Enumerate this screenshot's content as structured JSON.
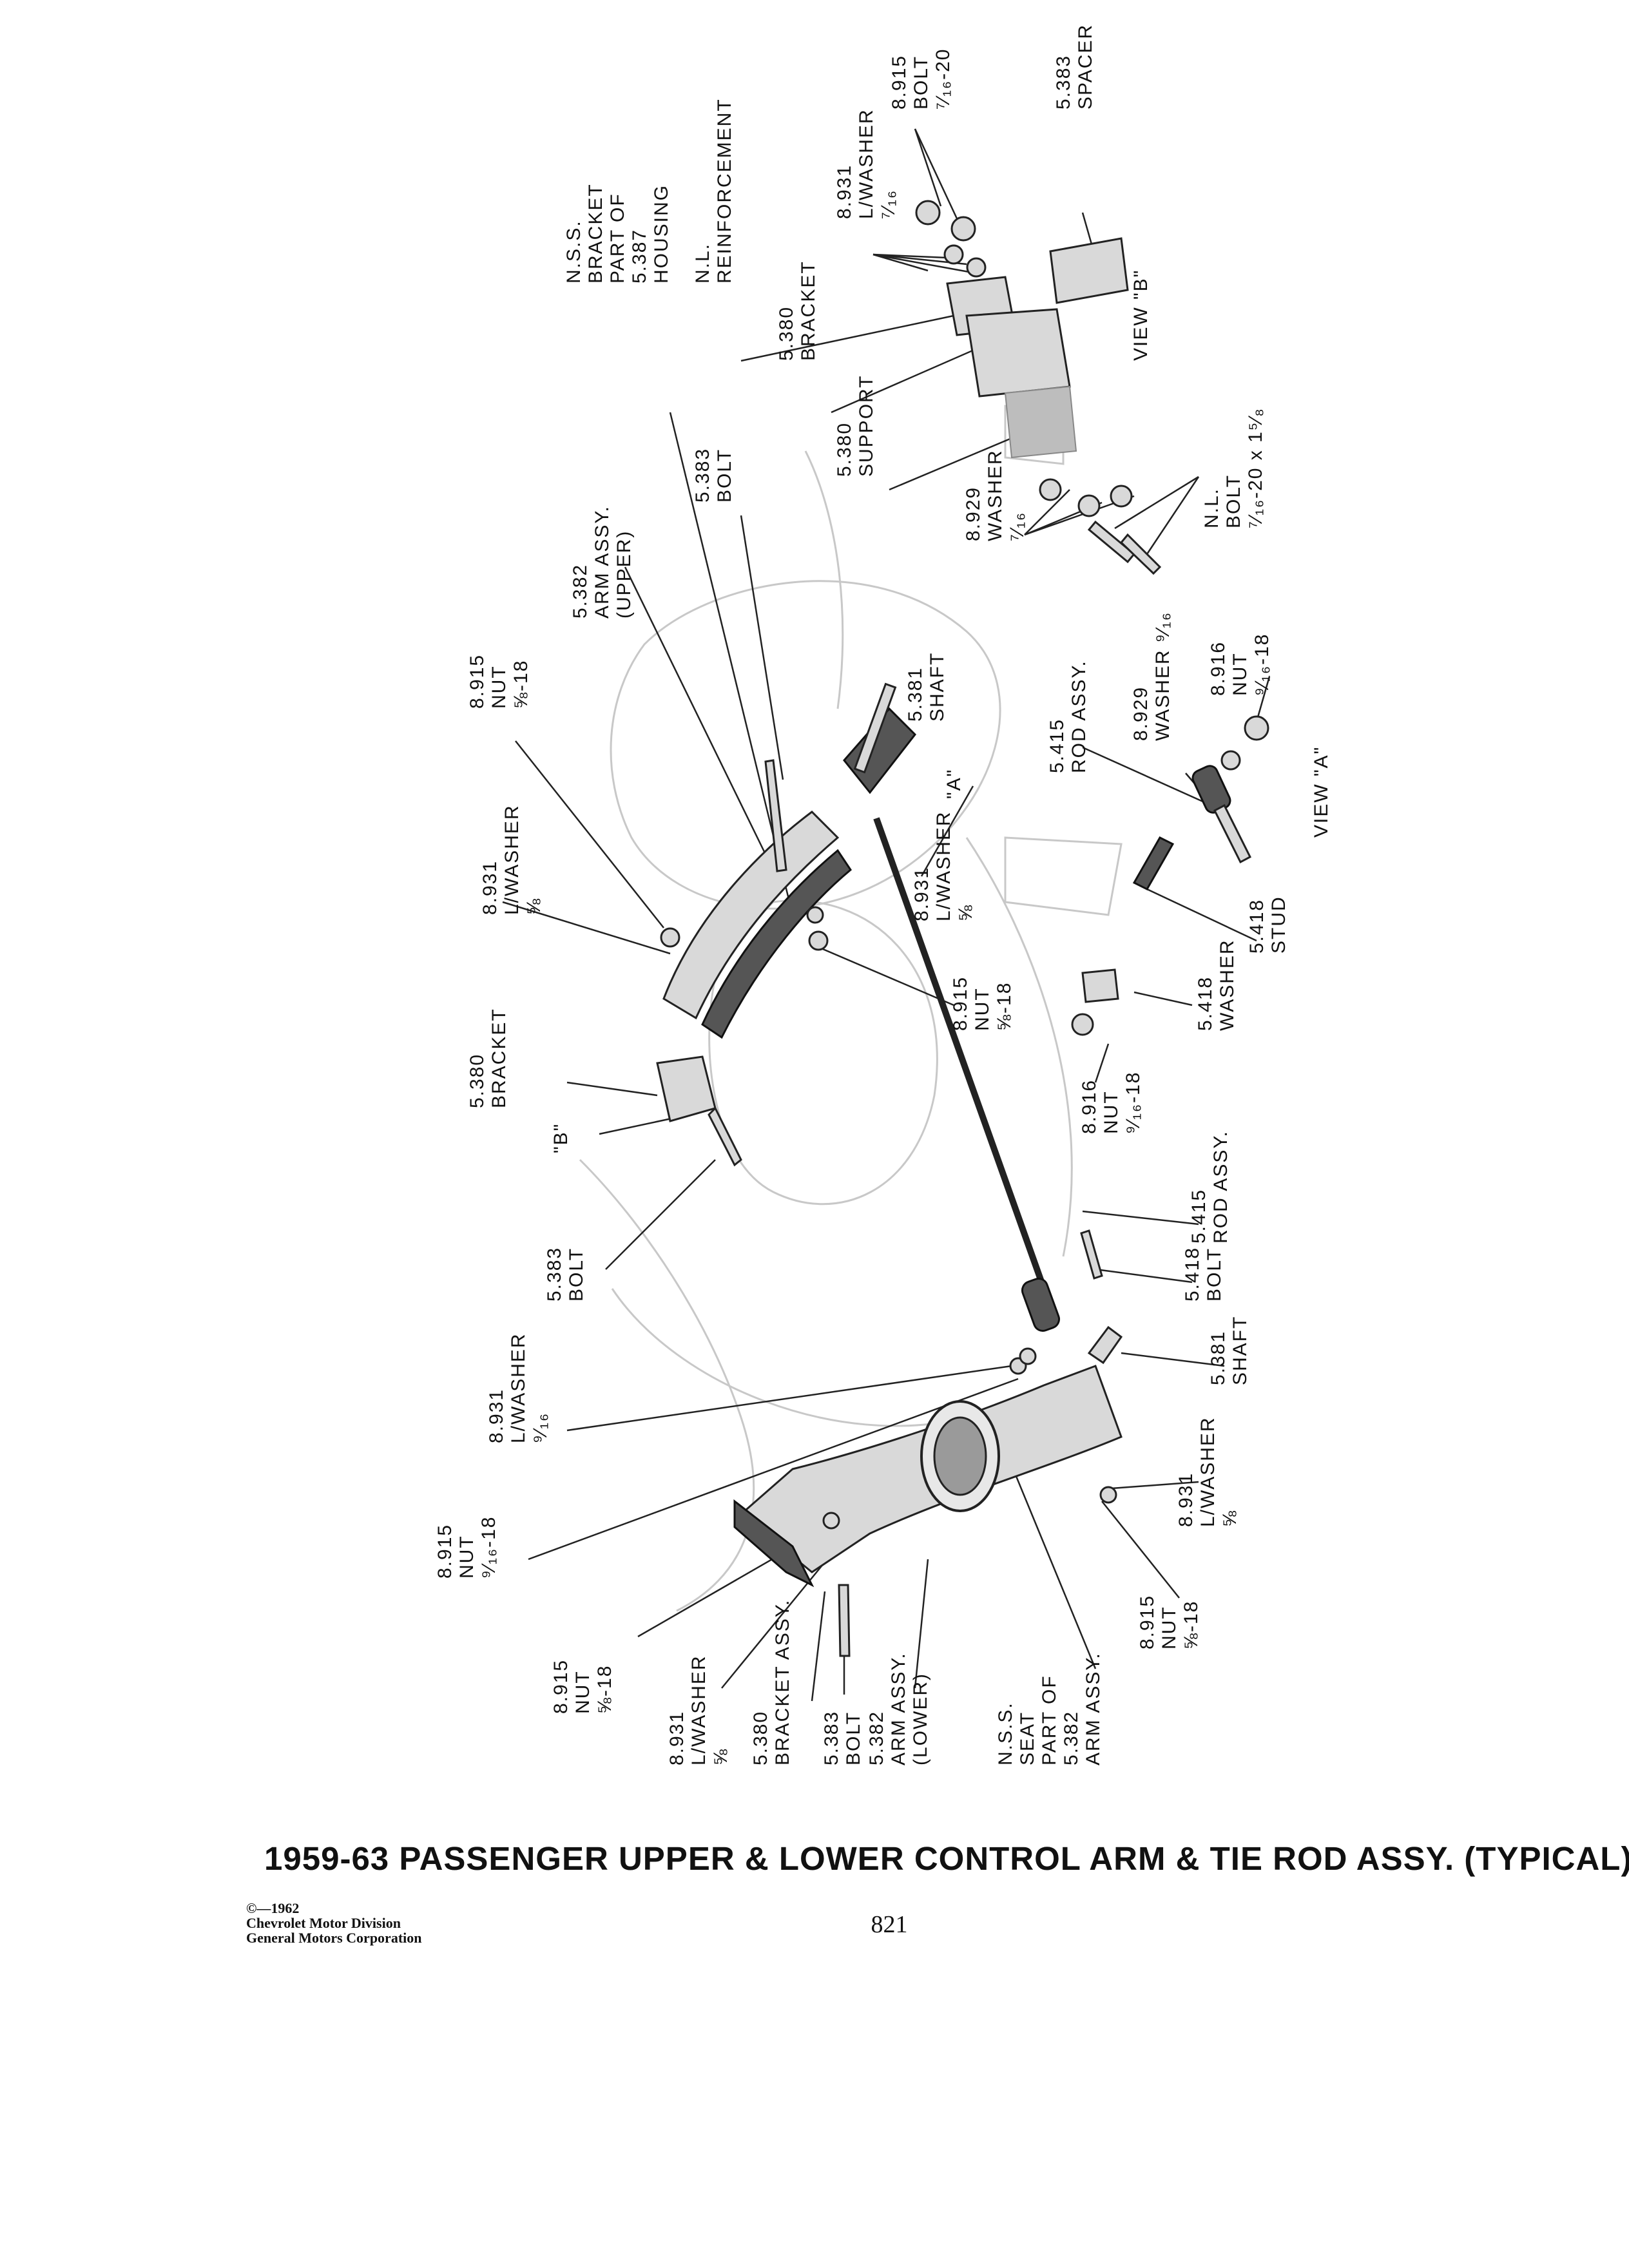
{
  "labels": [
    {
      "id": "bolt-top",
      "lines": [
        "8.915",
        "BOLT",
        "⁷⁄₁₆-20"
      ]
    },
    {
      "id": "spacer",
      "lines": [
        "5.383",
        "SPACER"
      ]
    },
    {
      "id": "lwasher-top",
      "lines": [
        "8.931",
        "L/WASHER",
        "⁷⁄₁₆"
      ]
    },
    {
      "id": "nss-bracket",
      "lines": [
        "N.S.S.",
        "BRACKET",
        "PART OF",
        "5.387",
        "HOUSING"
      ]
    },
    {
      "id": "nl-reinforcement",
      "lines": [
        "N.L.",
        "REINFORCEMENT"
      ]
    },
    {
      "id": "bracket-viewb",
      "lines": [
        "5.380",
        "BRACKET"
      ]
    },
    {
      "id": "view-b",
      "lines": [
        "VIEW \"B\""
      ]
    },
    {
      "id": "support",
      "lines": [
        "5.380",
        "SUPPORT"
      ]
    },
    {
      "id": "washer-viewb",
      "lines": [
        "8.929",
        "WASHER",
        "⁷⁄₁₆"
      ]
    },
    {
      "id": "nl-bolt",
      "lines": [
        "N.L.",
        "BOLT",
        "⁷⁄₁₆-20 x 1⁵⁄₈"
      ]
    },
    {
      "id": "bolt-upper",
      "lines": [
        "5.383",
        "BOLT"
      ]
    },
    {
      "id": "arm-upper",
      "lines": [
        "5.382",
        "ARM ASSY.",
        "(UPPER)"
      ]
    },
    {
      "id": "nut-upper",
      "lines": [
        "8.915",
        "NUT",
        "⅝-18"
      ]
    },
    {
      "id": "shaft-upper",
      "lines": [
        "5.381",
        "SHAFT"
      ]
    },
    {
      "id": "callout-a",
      "lines": [
        "\"A\""
      ]
    },
    {
      "id": "rod-viewa",
      "lines": [
        "5.415",
        "ROD ASSY."
      ]
    },
    {
      "id": "washer-viewa",
      "lines": [
        "8.929",
        "WASHER ⁹⁄₁₆"
      ]
    },
    {
      "id": "nut-viewa",
      "lines": [
        "8.916",
        "NUT",
        "⁹⁄₁₆-18"
      ]
    },
    {
      "id": "view-a",
      "lines": [
        "VIEW \"A\""
      ]
    },
    {
      "id": "lwasher-upper",
      "lines": [
        "8.931",
        "L/WASHER",
        "⅝"
      ]
    },
    {
      "id": "lwasher-mid",
      "lines": [
        "8.931",
        "L/WASHER",
        "⅝"
      ]
    },
    {
      "id": "stud",
      "lines": [
        "5.418",
        "STUD"
      ]
    },
    {
      "id": "nut-mid",
      "lines": [
        "8.915",
        "NUT",
        "⅝-18"
      ]
    },
    {
      "id": "washer-stud",
      "lines": [
        "5.418",
        "WASHER"
      ]
    },
    {
      "id": "bracket-upper",
      "lines": [
        "5.380",
        "BRACKET"
      ]
    },
    {
      "id": "nut-stud",
      "lines": [
        "8.916",
        "NUT",
        "⁹⁄₁₆-18"
      ]
    },
    {
      "id": "callout-b",
      "lines": [
        "\"B\""
      ]
    },
    {
      "id": "rod-main",
      "lines": [
        "5.415",
        "ROD ASSY."
      ]
    },
    {
      "id": "bolt-bracket",
      "lines": [
        "5.383",
        "BOLT"
      ]
    },
    {
      "id": "bolt-rod",
      "lines": [
        "5.418",
        "BOLT"
      ]
    },
    {
      "id": "lwasher-rod",
      "lines": [
        "8.931",
        "L/WASHER",
        "⁹⁄₁₆"
      ]
    },
    {
      "id": "shaft-lower",
      "lines": [
        "5.381",
        "SHAFT"
      ]
    },
    {
      "id": "nut-rod",
      "lines": [
        "8.915",
        "NUT",
        "⁹⁄₁₆-18"
      ]
    },
    {
      "id": "lwasher-lower-r",
      "lines": [
        "8.931",
        "L/WASHER",
        "⅝"
      ]
    },
    {
      "id": "nut-lower-r",
      "lines": [
        "8.915",
        "NUT",
        "⅝-18"
      ]
    },
    {
      "id": "nut-lower-l",
      "lines": [
        "8.915",
        "NUT",
        "⅝-18"
      ]
    },
    {
      "id": "lwasher-lower-l",
      "lines": [
        "8.931",
        "L/WASHER",
        "⅝"
      ]
    },
    {
      "id": "bracket-assy",
      "lines": [
        "5.380",
        "BRACKET ASSY."
      ]
    },
    {
      "id": "bolt-lower",
      "lines": [
        "5.383",
        "BOLT"
      ]
    },
    {
      "id": "arm-lower",
      "lines": [
        "5.382",
        "ARM ASSY.",
        "(LOWER)"
      ]
    },
    {
      "id": "nss-seat",
      "lines": [
        "N.S.S.",
        "SEAT",
        "PART OF",
        "5.382",
        "ARM ASSY."
      ]
    }
  ],
  "caption": "1959-63 PASSENGER UPPER & LOWER CONTROL ARM & TIE ROD ASSY. (TYPICAL)",
  "copyright": {
    "line1": "©—1962",
    "line2": "Chevrolet Motor Division",
    "line3": "General Motors Corporation"
  },
  "page_number": "821"
}
